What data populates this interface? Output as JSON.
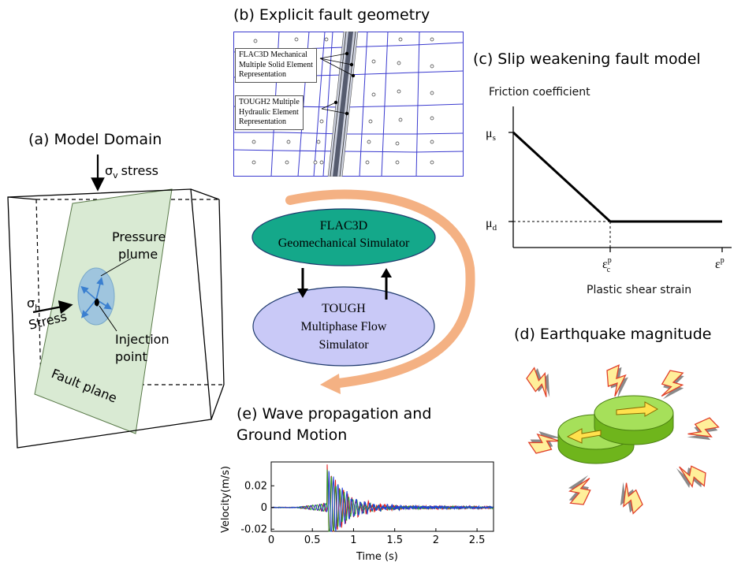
{
  "panels": {
    "a": {
      "title": "(a) Model Domain",
      "sigma_v": "σ",
      "sigma_v_sub": "v",
      "sigma_v_suffix": "stress",
      "sigma_h": "σ",
      "sigma_h_sub": "h",
      "stress_label": "Stress",
      "pressure_plume": [
        "Pressure",
        "plume"
      ],
      "injection_point": [
        "Injection",
        "point"
      ],
      "fault_plane": "Fault plane"
    },
    "b": {
      "title": "(b) Explicit fault geometry",
      "annotation_mech": [
        "FLAC3D Mechanical",
        "Multiple Solid Element",
        "Representation"
      ],
      "annotation_hydr": [
        "TOUGH2 Multiple",
        "Hydraulic Element",
        "Representation"
      ]
    },
    "c": {
      "title": "(c) Slip weakening fault model",
      "ylabel": "Friction coefficient",
      "xlabel": "Plastic shear strain",
      "mu_s": "μ",
      "mu_s_sub": "s",
      "mu_d": "μ",
      "mu_d_sub": "d",
      "eps_c": "ε",
      "eps_c_sup": "p",
      "eps_c_sub": "c",
      "eps": "ε",
      "eps_sup": "p"
    },
    "d": {
      "title": "(d) Earthquake magnitude"
    },
    "e": {
      "title_lines": [
        "(e) Wave propagation and",
        "Ground Motion"
      ],
      "ylabel": "Velocity(m/s)",
      "xlabel": "Time (s)",
      "yticks": [
        "0.02",
        "0",
        "-0.02"
      ],
      "xticks": [
        "0",
        "0.5",
        "1",
        "1.5",
        "2",
        "2.5"
      ]
    }
  },
  "simulators": {
    "flac3d": [
      "FLAC3D",
      "Geomechanical Simulator"
    ],
    "tough": [
      "TOUGH",
      "Multiphase Flow",
      "Simulator"
    ]
  },
  "chart_data": {
    "type": "line",
    "title": "",
    "xlabel": "Time (s)",
    "ylabel": "Velocity(m/s)",
    "xlim": [
      0,
      2.7
    ],
    "ylim": [
      -0.022,
      0.042
    ],
    "x_ticks": [
      0,
      0.5,
      1,
      1.5,
      2,
      2.5
    ],
    "y_ticks": [
      -0.02,
      0,
      0.02
    ],
    "series": [
      {
        "color": "#e31a1c",
        "onset": 0.3,
        "peak_time": 0.68,
        "peak": 0.037,
        "decay": 1.6,
        "period": 0.05,
        "noise": 0.0035
      },
      {
        "color": "#2ca02c",
        "onset": 0.3,
        "peak_time": 0.68,
        "peak": 0.035,
        "decay": 1.7,
        "period": 0.052,
        "noise": 0.0025
      },
      {
        "color": "#1f3fd6",
        "onset": 0.3,
        "peak_time": 0.7,
        "peak": 0.034,
        "decay": 1.5,
        "period": 0.055,
        "noise": 0.003
      }
    ]
  },
  "colors": {
    "fault_plane": "#d9ead3",
    "plume": "#9fc5de",
    "flac3d_fill": "#14a88a",
    "tough_fill": "#c9c9f7",
    "flow_arrow": "#f4b183",
    "disk": "#8bd12a",
    "bolt_fill": "#ffef9a",
    "bolt_edge": "#e0402a"
  }
}
